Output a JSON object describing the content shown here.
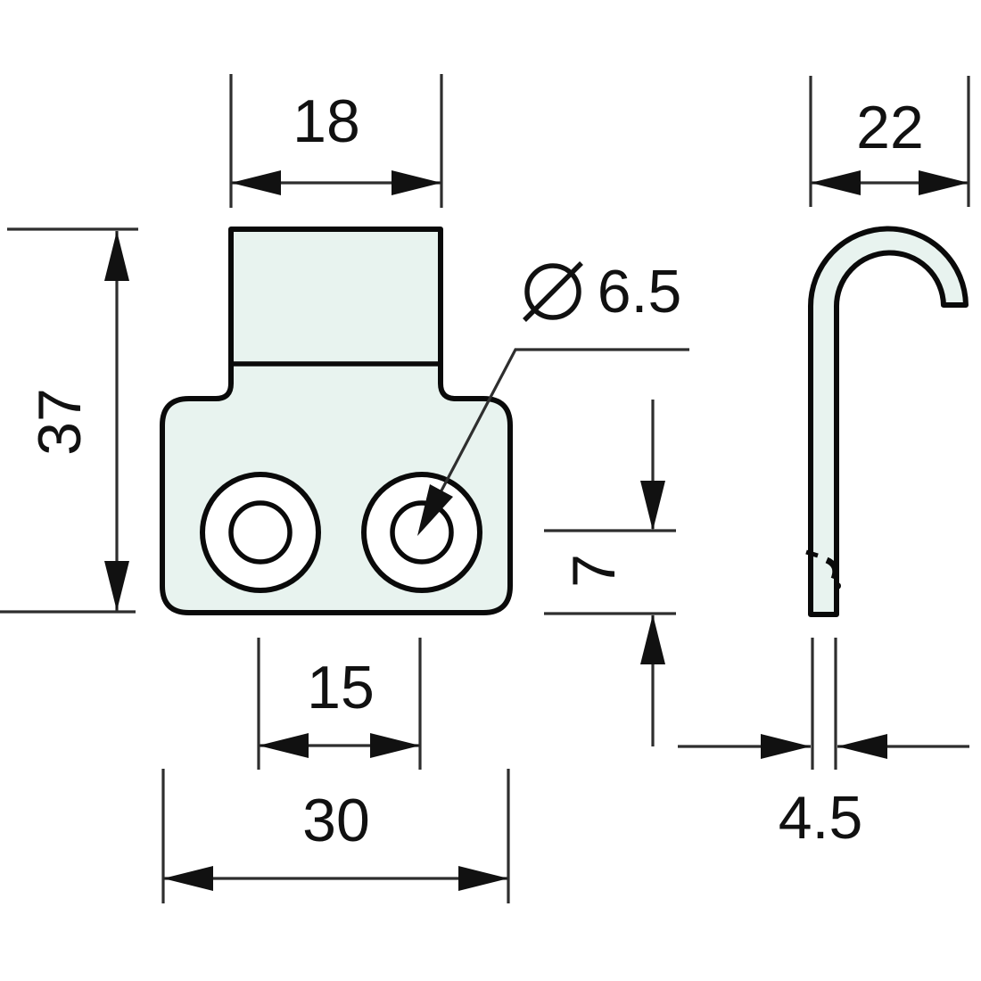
{
  "page": {
    "background": "#ffffff"
  },
  "drawing": {
    "type": "technical-dimension-drawing",
    "subject": "hook bracket with two mounting holes, front view and side profile view",
    "part_fill_color": "#e8f3ef",
    "line_color": "#0a0a0a",
    "dim_line_color": "#2e2e2e"
  },
  "dims": {
    "top_width": "18",
    "height": "37",
    "diameter_symbol": "Ø",
    "hole_dia": "6.5",
    "hole_offset": "7",
    "hole_spacing": "15",
    "base_width": "30",
    "hook_width": "22",
    "thickness": "4.5"
  }
}
